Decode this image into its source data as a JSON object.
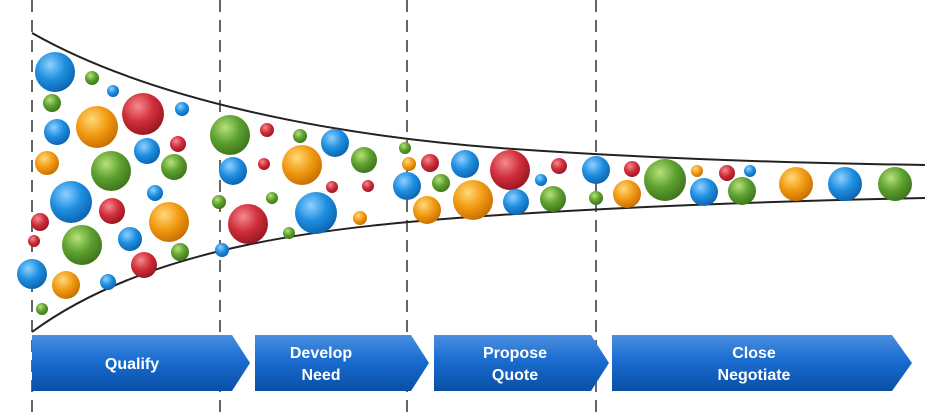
{
  "stages": [
    {
      "line1": "Qualify",
      "line2": ""
    },
    {
      "line1": "Develop",
      "line2": "Need"
    },
    {
      "line1": "Propose",
      "line2": "Quote"
    },
    {
      "line1": "Close",
      "line2": "Negotiate"
    }
  ],
  "colors": {
    "background": "#ffffff",
    "divider": "#666666",
    "funnel_outline": "#222222",
    "arrow_top": "#4a8fe0",
    "arrow_bottom": "#0a4fa5",
    "label": "#ffffff",
    "bubble_blue": "#1e8ee0",
    "bubble_green": "#5da02f",
    "bubble_orange": "#f29a12",
    "bubble_red": "#d02e3a"
  },
  "bubble_colors": [
    "blue",
    "green",
    "orange",
    "red"
  ]
}
